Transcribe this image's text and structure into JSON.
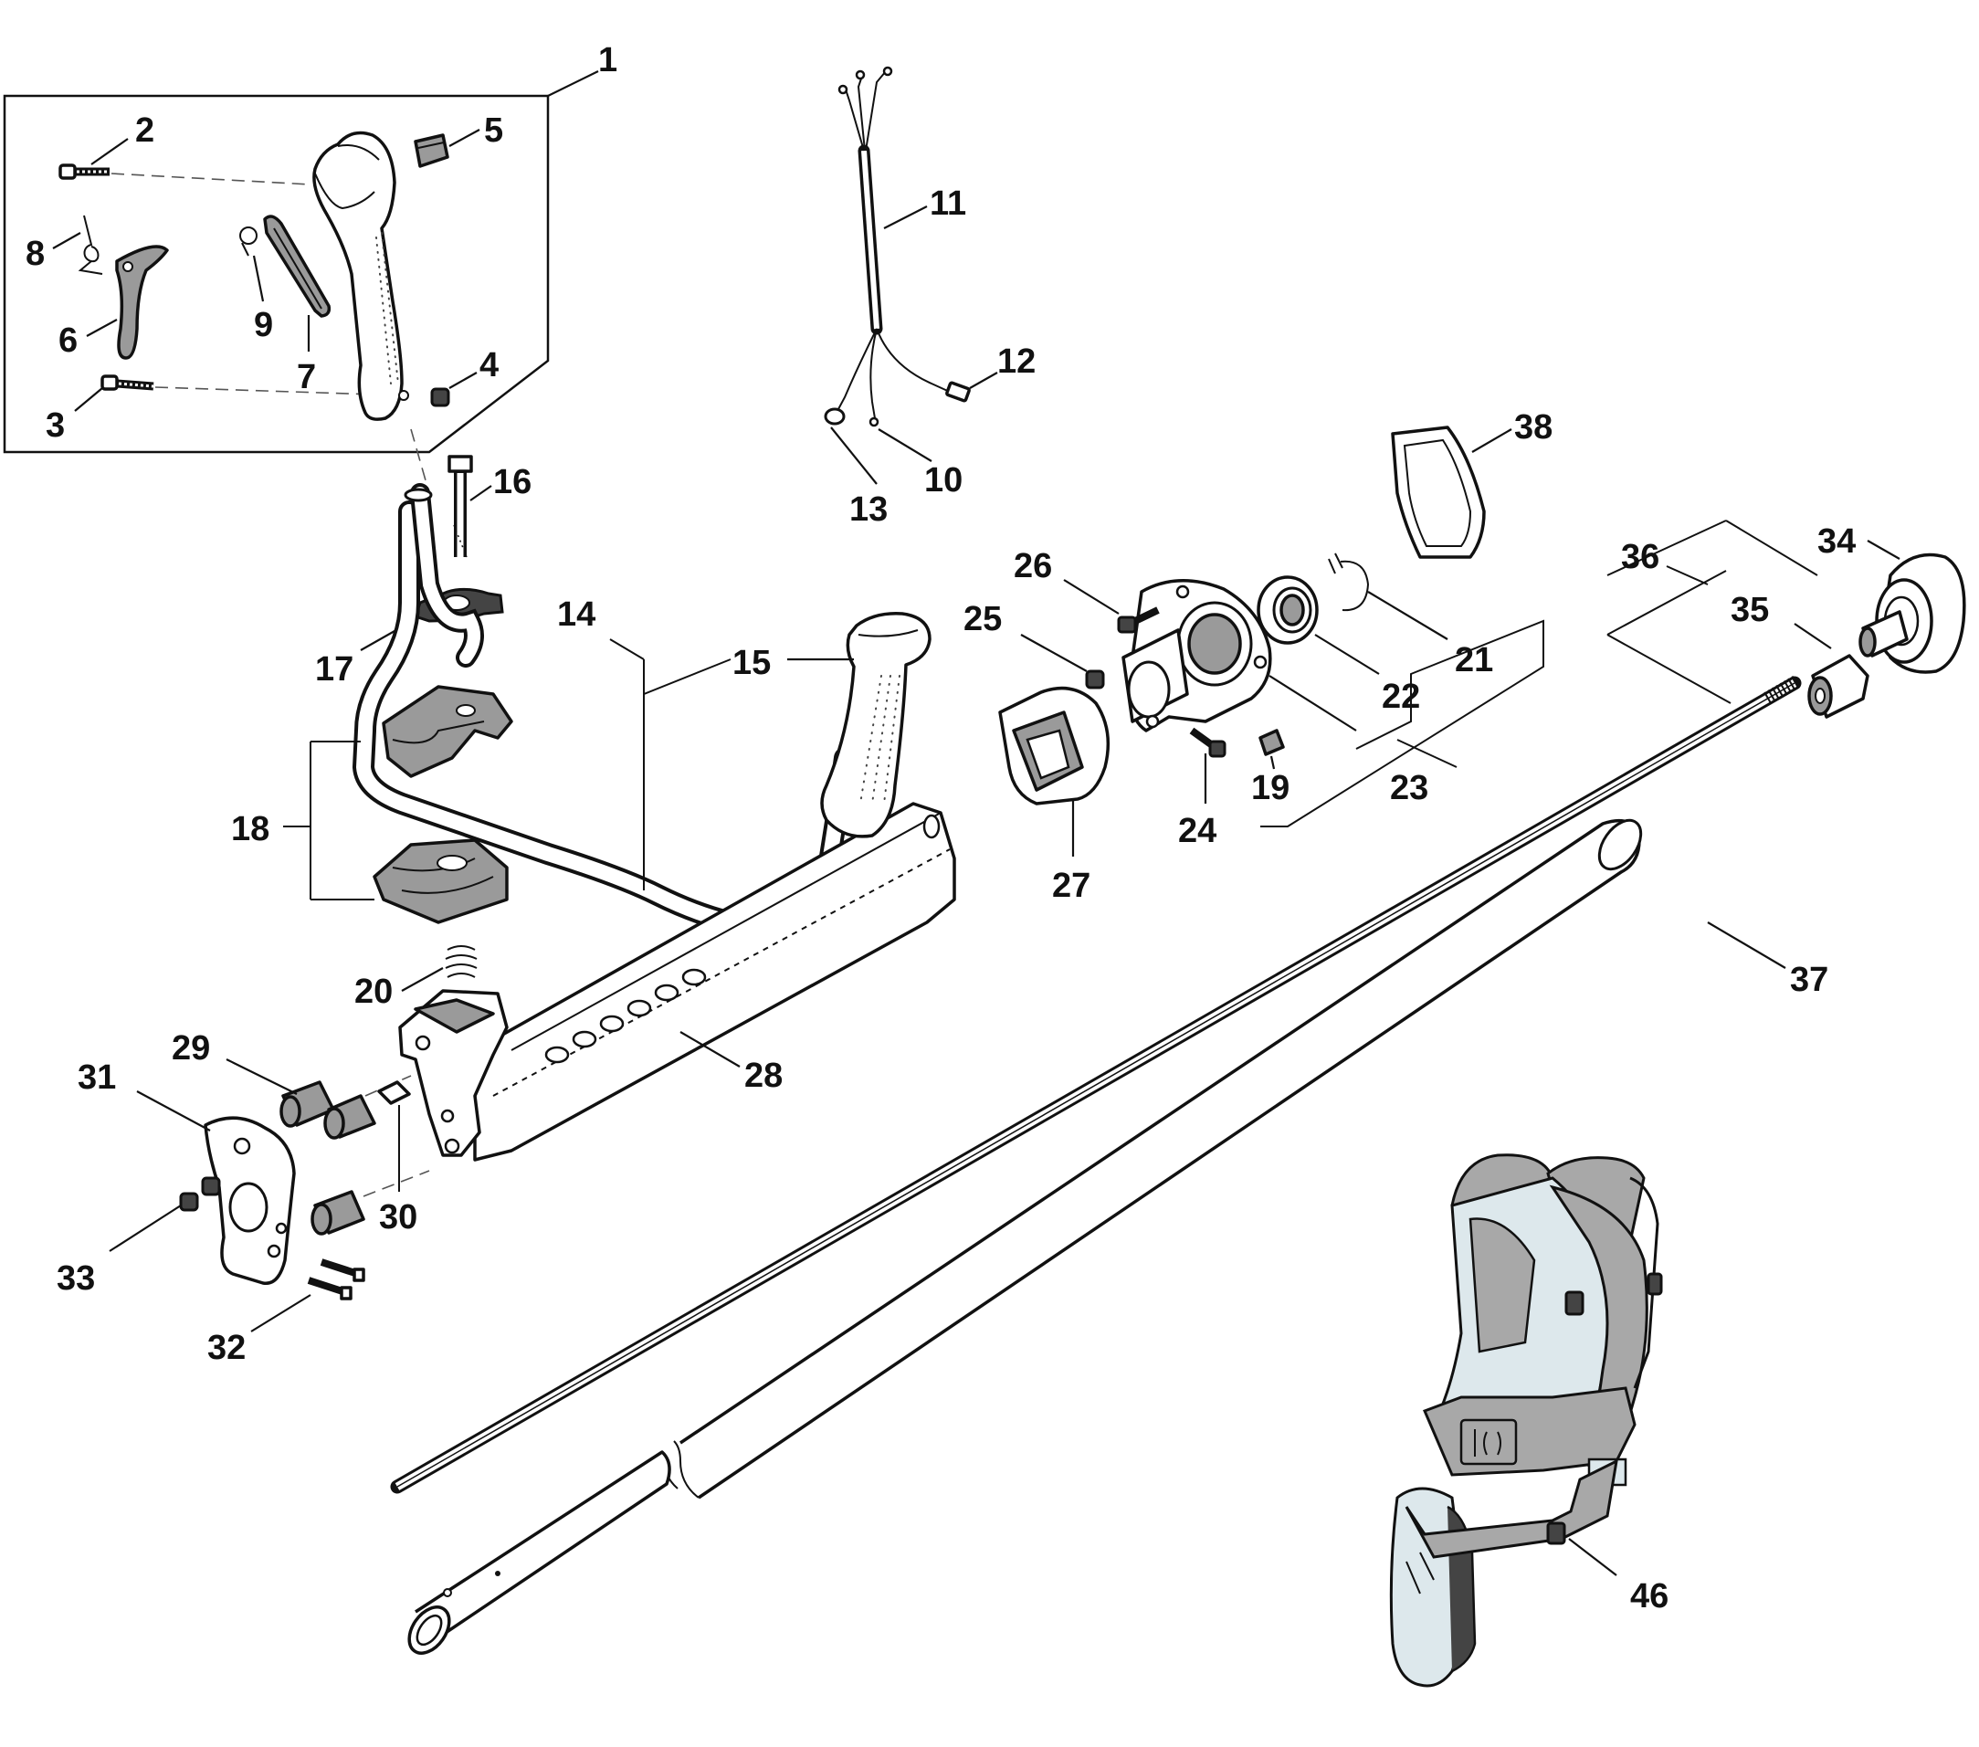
{
  "diagram": {
    "callouts": [
      "1",
      "2",
      "3",
      "4",
      "5",
      "6",
      "7",
      "8",
      "9",
      "10",
      "11",
      "12",
      "13",
      "14",
      "15",
      "16",
      "17",
      "18",
      "19",
      "20",
      "21",
      "22",
      "23",
      "24",
      "25",
      "26",
      "27",
      "28",
      "29",
      "30",
      "31",
      "32",
      "33",
      "34",
      "35",
      "36",
      "37",
      "38",
      "46"
    ]
  },
  "colors": {
    "line": "#111111",
    "part_fill": "#ffffff",
    "rubber_grey": "#9a9a9a",
    "harness_grey": "#a8a8a8",
    "harness_light": "#dde8ec"
  }
}
